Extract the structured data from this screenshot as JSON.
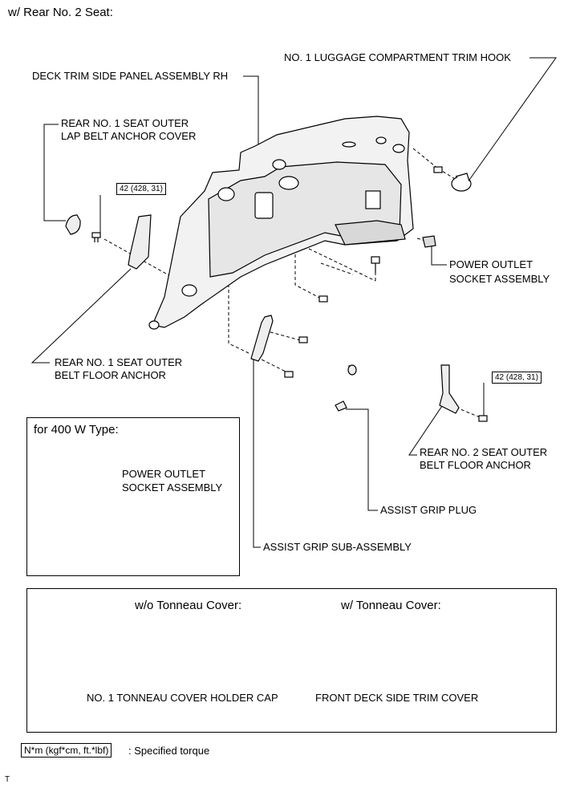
{
  "header": {
    "title": "w/ Rear No. 2 Seat:"
  },
  "labels": {
    "luggage_hook": "NO. 1 LUGGAGE COMPARTMENT TRIM HOOK",
    "deck_trim": "DECK TRIM SIDE PANEL ASSEMBLY RH",
    "lap_belt_cover_1": "REAR NO. 1 SEAT OUTER",
    "lap_belt_cover_2": "LAP BELT ANCHOR COVER",
    "power_outlet_1": "POWER OUTLET",
    "power_outlet_2": "SOCKET ASSEMBLY",
    "floor_anchor1_1": "REAR NO. 1 SEAT OUTER",
    "floor_anchor1_2": "BELT FLOOR ANCHOR",
    "floor_anchor2_1": "REAR NO. 2 SEAT OUTER",
    "floor_anchor2_2": "BELT FLOOR ANCHOR",
    "assist_plug": "ASSIST GRIP PLUG",
    "assist_grip": "ASSIST GRIP SUB-ASSEMBLY"
  },
  "torques": {
    "left": "42 (428, 31)",
    "right": "42 (428, 31)"
  },
  "inset_400w": {
    "title": "for 400 W Type:",
    "part_1": "POWER OUTLET",
    "part_2": "SOCKET ASSEMBLY"
  },
  "tonneau": {
    "without_title": "w/o Tonneau Cover:",
    "with_title": "w/ Tonneau Cover:",
    "without_part": "NO. 1 TONNEAU COVER HOLDER CAP",
    "with_part": "FRONT DECK SIDE TRIM COVER"
  },
  "legend": {
    "unit": "N*m (kgf*cm, ft.*lbf)",
    "text": ": Specified torque"
  },
  "footer": {
    "mark": "T"
  }
}
